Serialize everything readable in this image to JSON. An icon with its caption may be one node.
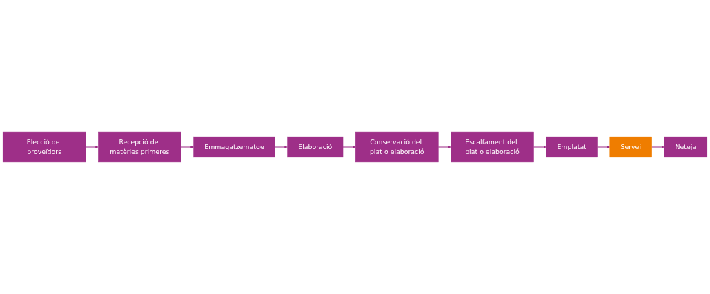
{
  "diagram": {
    "nodes": [
      {
        "text": [
          "Elecció de proveïdors"
        ]
      },
      {
        "text": [
          "Recepció de matèries primeres"
        ]
      },
      {
        "text": [
          "Emmagatzematge"
        ]
      },
      {
        "text": [
          "Elaboració"
        ]
      },
      {
        "text": [
          "Conservació del plat o elaboració"
        ]
      },
      {
        "text": [
          "Escalfament del plat o elaboració"
        ]
      },
      {
        "text": [
          "Emplatat"
        ]
      },
      {
        "text": [
          "Servei"
        ]
      },
      {
        "text": [
          "Neteja"
        ]
      }
    ],
    "edges": [
      {
        "from": 0,
        "to": 1,
        "arrow": "to"
      },
      {
        "from": 1,
        "to": 2,
        "arrow": "to"
      },
      {
        "from": 2,
        "to": 3,
        "arrow": "to"
      },
      {
        "from": 3,
        "to": 4,
        "arrow": "to"
      },
      {
        "from": 4,
        "to": 5,
        "arrow": "to"
      },
      {
        "from": 5,
        "to": 6,
        "arrow": "to"
      },
      {
        "from": 6,
        "to": 7,
        "arrow": "to"
      },
      {
        "from": 7,
        "to": 8,
        "arrow": "to"
      }
    ]
  }
}
